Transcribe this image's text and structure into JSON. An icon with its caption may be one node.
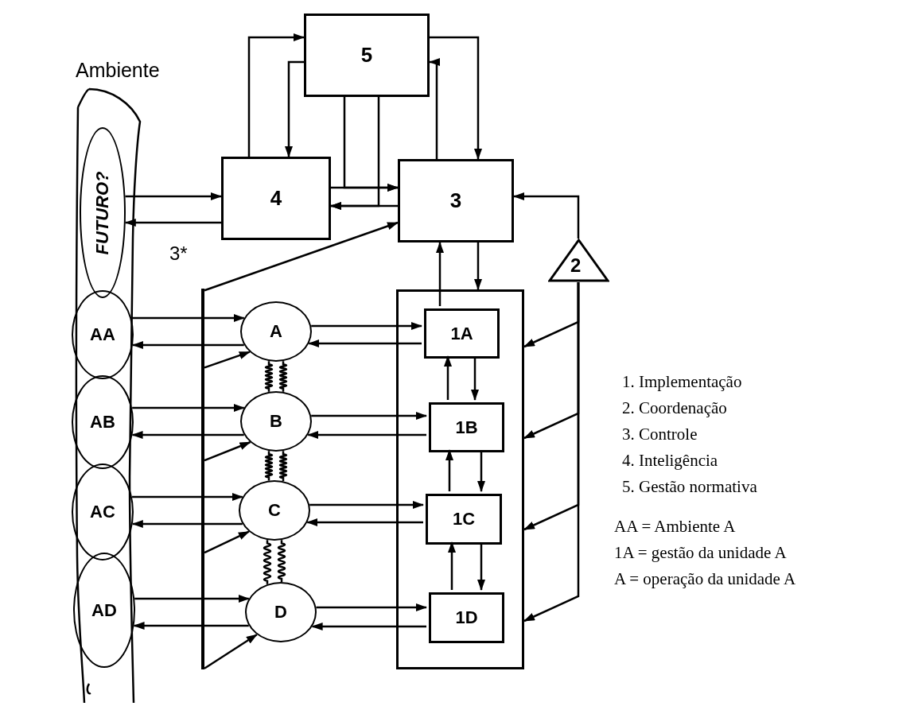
{
  "diagram": {
    "nodes": [
      {
        "text": [
          "Ambiente"
        ]
      },
      {
        "text": [
          "FUTURO?"
        ],
        "in": 0
      },
      {
        "text": [
          "AA"
        ],
        "in": 0
      },
      {
        "text": [
          "AB"
        ],
        "in": 0
      },
      {
        "text": [
          "AC"
        ],
        "in": 0
      },
      {
        "text": [
          "AD"
        ],
        "in": 0
      },
      {
        "text": [
          "5"
        ]
      },
      {
        "text": [
          "4"
        ]
      },
      {
        "text": [
          "3"
        ]
      },
      {
        "text": [
          "2"
        ]
      },
      {
        "text": [],
        "shape": "bar",
        "beside": [
          "3*"
        ]
      },
      {
        "text": [
          "A"
        ]
      },
      {
        "text": [
          "B"
        ]
      },
      {
        "text": [
          "C"
        ]
      },
      {
        "text": [
          "D"
        ]
      },
      {
        "text": [],
        "shape": "box"
      },
      {
        "text": [
          "1A"
        ],
        "in": 15
      },
      {
        "text": [
          "1B"
        ],
        "in": 15
      },
      {
        "text": [
          "1C"
        ],
        "in": 15
      },
      {
        "text": [
          "1D"
        ],
        "in": 15
      }
    ],
    "edges": [
      {
        "from": 1,
        "to": 7,
        "arrow": "to"
      },
      {
        "from": 7,
        "to": 1,
        "arrow": "to"
      },
      {
        "from": 7,
        "to": 6,
        "arrow": "to"
      },
      {
        "from": 6,
        "to": 7,
        "arrow": "to"
      },
      {
        "from": 7,
        "to": 8,
        "arrow": "to"
      },
      {
        "from": 6,
        "to": 8,
        "arrow": "to"
      },
      {
        "from": 8,
        "to": 7,
        "arrow": "to"
      },
      {
        "from": 6,
        "to": 7,
        "arrow": "to"
      },
      {
        "from": 8,
        "to": 6,
        "arrow": "to"
      },
      {
        "from": 6,
        "to": 8,
        "arrow": "to"
      },
      {
        "from": 8,
        "to": 15,
        "arrow": "to"
      },
      {
        "from": 16,
        "to": 8,
        "arrow": "to"
      },
      {
        "from": 9,
        "to": 8,
        "arrow": "to"
      },
      {
        "from": 9,
        "to": 15,
        "arrow": "to"
      },
      {
        "from": 9,
        "to": 15,
        "arrow": "to"
      },
      {
        "from": 9,
        "to": 15,
        "arrow": "to"
      },
      {
        "from": 9,
        "to": 15,
        "arrow": "to"
      },
      {
        "from": 2,
        "to": 11,
        "arrow": "to"
      },
      {
        "from": 11,
        "to": 2,
        "arrow": "to"
      },
      {
        "from": 3,
        "to": 12,
        "arrow": "to"
      },
      {
        "from": 12,
        "to": 3,
        "arrow": "to"
      },
      {
        "from": 4,
        "to": 13,
        "arrow": "to"
      },
      {
        "from": 13,
        "to": 4,
        "arrow": "to"
      },
      {
        "from": 5,
        "to": 14,
        "arrow": "to"
      },
      {
        "from": 14,
        "to": 5,
        "arrow": "to"
      },
      {
        "from": 11,
        "to": 16,
        "arrow": "to"
      },
      {
        "from": 16,
        "to": 11,
        "arrow": "to"
      },
      {
        "from": 12,
        "to": 17,
        "arrow": "to"
      },
      {
        "from": 17,
        "to": 12,
        "arrow": "to"
      },
      {
        "from": 13,
        "to": 18,
        "arrow": "to"
      },
      {
        "from": 18,
        "to": 13,
        "arrow": "to"
      },
      {
        "from": 14,
        "to": 19,
        "arrow": "to"
      },
      {
        "from": 19,
        "to": 14,
        "arrow": "to"
      },
      {
        "from": 16,
        "to": 17,
        "arrow": "to"
      },
      {
        "from": 17,
        "to": 16,
        "arrow": "to"
      },
      {
        "from": 17,
        "to": 18,
        "arrow": "to"
      },
      {
        "from": 18,
        "to": 17,
        "arrow": "to"
      },
      {
        "from": 18,
        "to": 19,
        "arrow": "to"
      },
      {
        "from": 19,
        "to": 18,
        "arrow": "to"
      },
      {
        "from": 10,
        "to": 8,
        "arrow": "to"
      },
      {
        "from": 10,
        "to": 11,
        "arrow": "to"
      },
      {
        "from": 10,
        "to": 12,
        "arrow": "to"
      },
      {
        "from": 10,
        "to": 13,
        "arrow": "to"
      },
      {
        "from": 10,
        "to": 14,
        "arrow": "to"
      },
      {
        "from": 11,
        "to": 12,
        "arrow": "none"
      },
      {
        "from": 11,
        "to": 12,
        "arrow": "none"
      },
      {
        "from": 12,
        "to": 13,
        "arrow": "none"
      },
      {
        "from": 12,
        "to": 13,
        "arrow": "none"
      },
      {
        "from": 13,
        "to": 14,
        "arrow": "none"
      },
      {
        "from": 13,
        "to": 14,
        "arrow": "none"
      }
    ],
    "labels": [
      "1. Implementação",
      "2. Coordenação",
      "3. Controle",
      "4. Inteligência",
      "5. Gestão normativa",
      "AA = Ambiente A",
      "1A = gestão da unidade A",
      "A = operação da unidade A"
    ]
  }
}
